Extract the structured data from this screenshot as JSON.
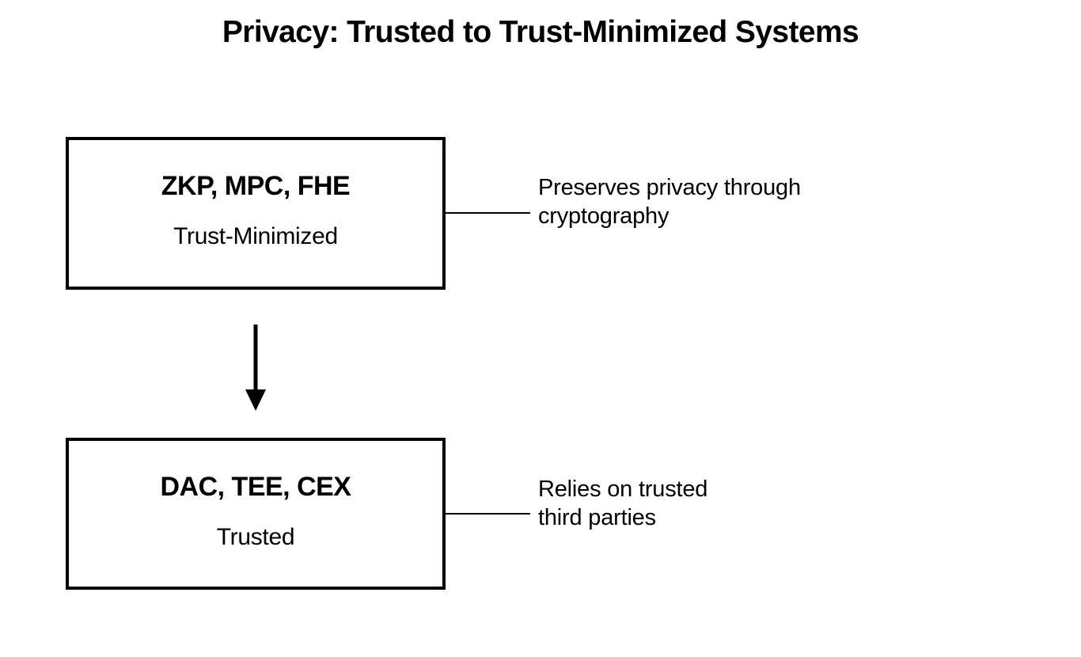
{
  "title": "Privacy: Trusted to Trust-Minimized Systems",
  "colors": {
    "foreground": "#000000",
    "background": "#ffffff"
  },
  "diagram": {
    "nodes": [
      {
        "heading": "ZKP, MPC, FHE",
        "subheading": "Trust-Minimized",
        "annotation_line1": "Preserves privacy through",
        "annotation_line2": "cryptography"
      },
      {
        "heading": "DAC, TEE, CEX",
        "subheading": "Trusted",
        "annotation_line1": "Relies on trusted",
        "annotation_line2": "third parties"
      }
    ],
    "flow_icon": "down-arrow"
  }
}
